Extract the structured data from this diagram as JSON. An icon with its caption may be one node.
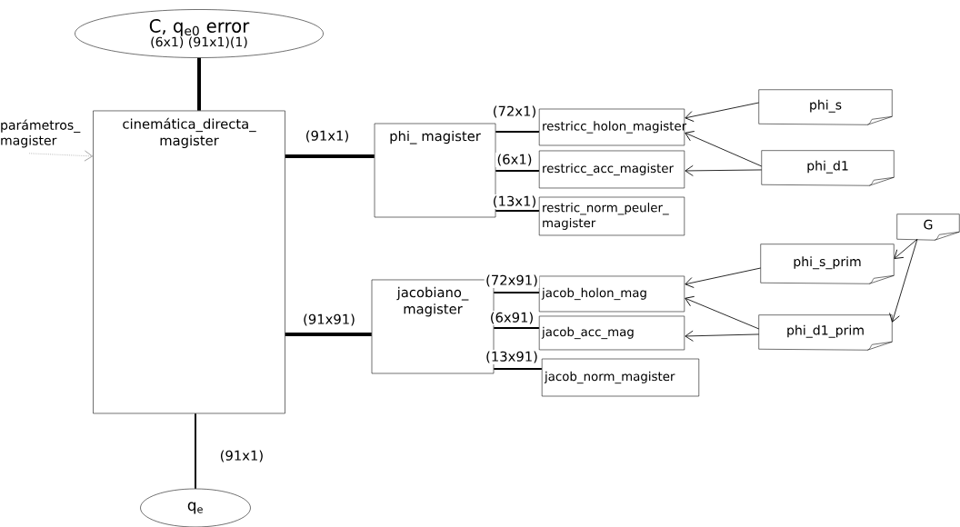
{
  "diagram": {
    "nodes": [
      {
        "text": [
          "C, q$_{e0}$ error",
          "(6x1) (91x1)(1)"
        ]
      },
      {
        "text": [
          "cinemática_directa_ magister"
        ]
      },
      {
        "text": [
          "phi_ magister"
        ]
      },
      {
        "text": [
          "restricc_holon_magister"
        ]
      },
      {
        "text": [
          "restricc_acc_magister"
        ]
      },
      {
        "text": [
          "restric_norm_peuler_ magister"
        ]
      },
      {
        "text": [
          "jacobiano_ magister"
        ]
      },
      {
        "text": [
          "jacob_holon_mag"
        ]
      },
      {
        "text": [
          "jacob_acc_mag"
        ]
      },
      {
        "text": [
          "jacob_norm_magister"
        ]
      },
      {
        "text": [
          "phi_s"
        ]
      },
      {
        "text": [
          "phi_d1"
        ]
      },
      {
        "text": [
          "G"
        ]
      },
      {
        "text": [
          "phi_s_prim"
        ]
      },
      {
        "text": [
          "phi_d1_prim"
        ]
      },
      {
        "text": [
          "q$_{e}$"
        ]
      },
      {
        "text": [
          "parámetros_ magister"
        ]
      }
    ],
    "edges": [
      {
        "from": 0,
        "to": 1,
        "arrow": "none",
        "style": "thick"
      },
      {
        "from": 1,
        "to": 2,
        "arrow": "none",
        "style": "thick",
        "label": "(91x1)"
      },
      {
        "from": 1,
        "to": 6,
        "arrow": "none",
        "style": "thick",
        "label": "(91x91)"
      },
      {
        "from": 1,
        "to": 15,
        "arrow": "none",
        "label": "(91x1)"
      },
      {
        "from": 2,
        "to": 3,
        "arrow": "none",
        "label": "(72x1)"
      },
      {
        "from": 2,
        "to": 4,
        "arrow": "none",
        "label": "(6x1)"
      },
      {
        "from": 2,
        "to": 5,
        "arrow": "none",
        "label": "(13x1)"
      },
      {
        "from": 6,
        "to": 7,
        "arrow": "none",
        "label": "(72x91)"
      },
      {
        "from": 6,
        "to": 8,
        "arrow": "none",
        "label": "(6x91)"
      },
      {
        "from": 6,
        "to": 9,
        "arrow": "none",
        "label": "(13x91)"
      },
      {
        "from": 10,
        "to": 3,
        "arrow": "to"
      },
      {
        "from": 11,
        "to": 3,
        "arrow": "to"
      },
      {
        "from": 11,
        "to": 4,
        "arrow": "to"
      },
      {
        "from": 13,
        "to": 7,
        "arrow": "to"
      },
      {
        "from": 14,
        "to": 7,
        "arrow": "to"
      },
      {
        "from": 14,
        "to": 8,
        "arrow": "to"
      },
      {
        "from": 12,
        "to": 13,
        "arrow": "to"
      },
      {
        "from": 12,
        "to": 14,
        "arrow": "to"
      },
      {
        "from": 16,
        "to": 1,
        "arrow": "to",
        "style": "dashed",
        "color": "#808080"
      }
    ]
  }
}
